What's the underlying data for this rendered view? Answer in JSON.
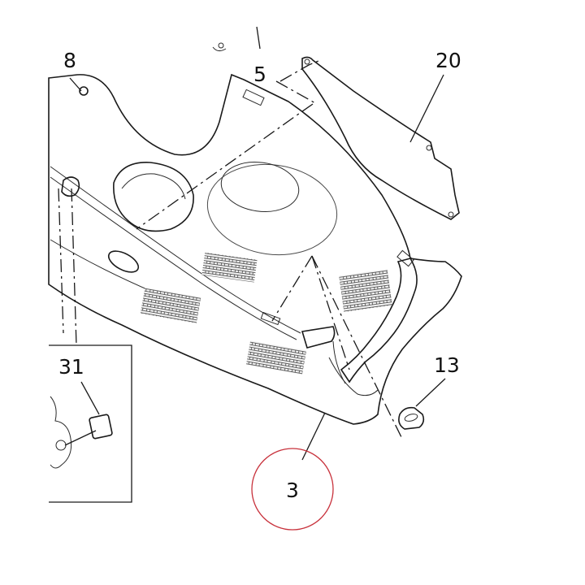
{
  "diagram": {
    "callouts": {
      "c8": "8",
      "c5": "5",
      "c20": "20",
      "c31": "31",
      "c13": "13",
      "c3": "3"
    },
    "colors": {
      "line": "#1a1a1a",
      "stipple": "#7a7a7a",
      "highlight_circle": "#c8323c"
    }
  }
}
